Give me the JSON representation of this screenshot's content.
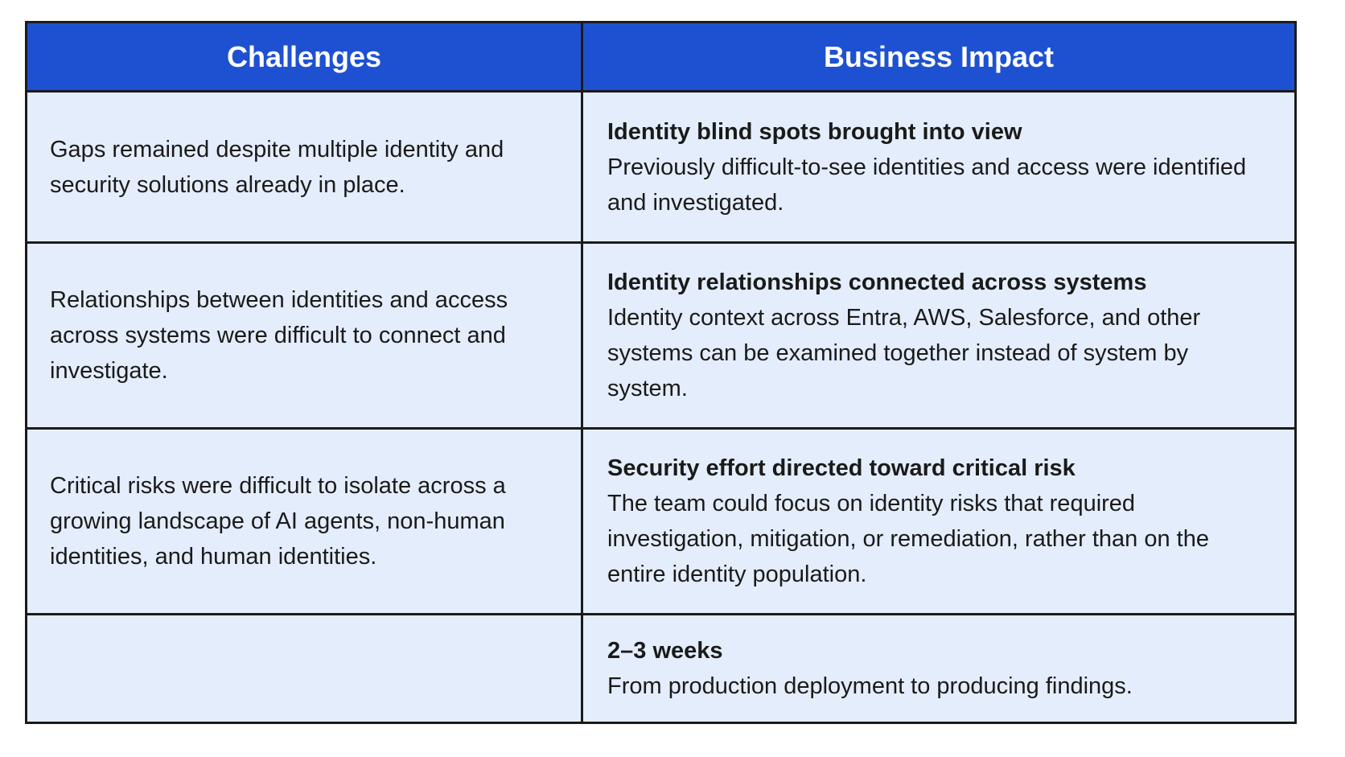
{
  "table": {
    "headers": {
      "challenges": "Challenges",
      "impact": "Business Impact"
    },
    "rows": [
      {
        "challenge": "Gaps remained despite multiple identity and security solutions already in place.",
        "impact_title": "Identity blind spots brought into view",
        "impact_text": "Previously difficult-to-see identities and access were identified and investigated."
      },
      {
        "challenge": "Relationships between identities and access across systems were difficult to connect and investigate.",
        "impact_title": "Identity relationships connected across systems",
        "impact_text": "Identity context across Entra, AWS, Salesforce, and other systems can be examined together instead of system by system."
      },
      {
        "challenge": "Critical risks were difficult to isolate across a growing landscape of AI agents, non-human identities, and human identities.",
        "impact_title": "Security effort directed toward critical risk",
        "impact_text": "The team could focus on identity risks that required investigation, mitigation, or remediation, rather than on the entire identity population."
      },
      {
        "challenge": "",
        "impact_title": "2–3 weeks",
        "impact_text": "From production deployment to producing findings."
      }
    ]
  },
  "colors": {
    "header_bg": "#1e51d2",
    "cell_bg": "#e4edfb",
    "border": "#1b1b1b"
  }
}
